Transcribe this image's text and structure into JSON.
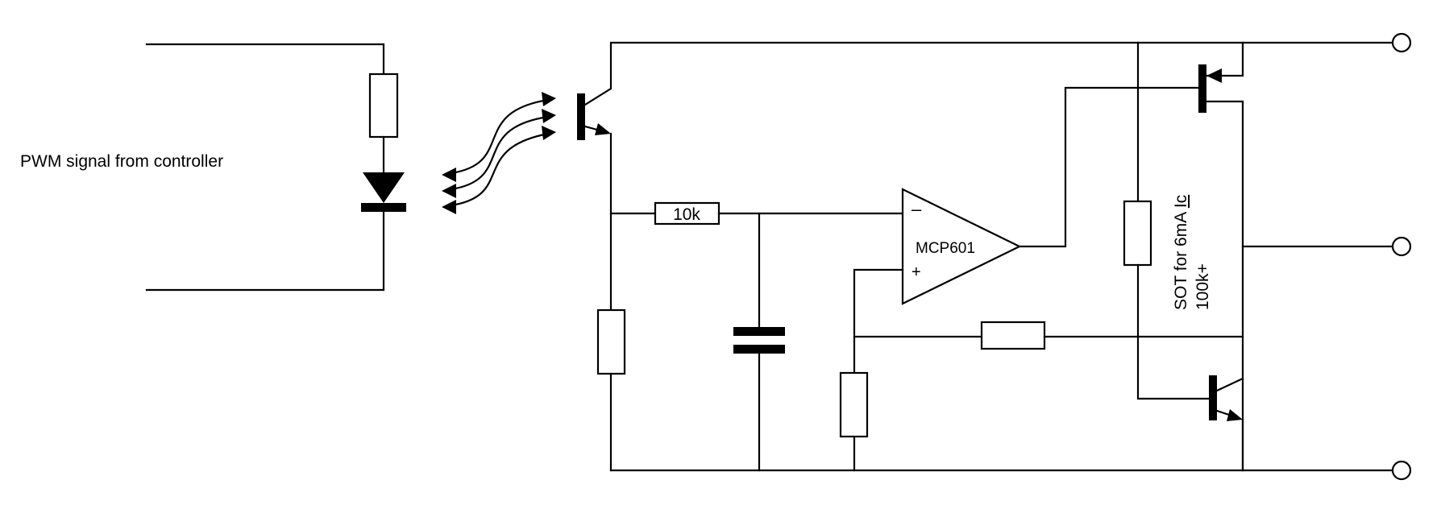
{
  "labels": {
    "input_signal": "PWM signal from controller",
    "series_resistor": "10k",
    "opamp": "MCP601",
    "opamp_minus": "–",
    "opamp_plus": "+",
    "note_line1": "SOT for 6mA ",
    "note_ic": "Ic",
    "note_line2": "100k+"
  },
  "colors": {
    "wire": "#000000",
    "spellcheck_underline": "#e02020"
  }
}
